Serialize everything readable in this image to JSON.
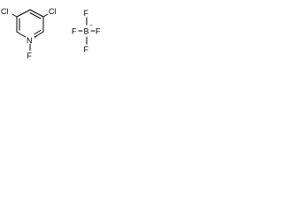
{
  "cation": {
    "substituent_left": "Cl",
    "substituent_right": "Cl",
    "ring_nitrogen": "N",
    "ring_nitrogen_charge": "+",
    "n_substituent": "F"
  },
  "anion": {
    "boron": "B",
    "boron_charge": "−",
    "fluorine_top": "F",
    "fluorine_left": "F",
    "fluorine_right": "F",
    "fluorine_bottom": "F"
  },
  "colors": {
    "ink": "#000000",
    "background": "#ffffff"
  }
}
